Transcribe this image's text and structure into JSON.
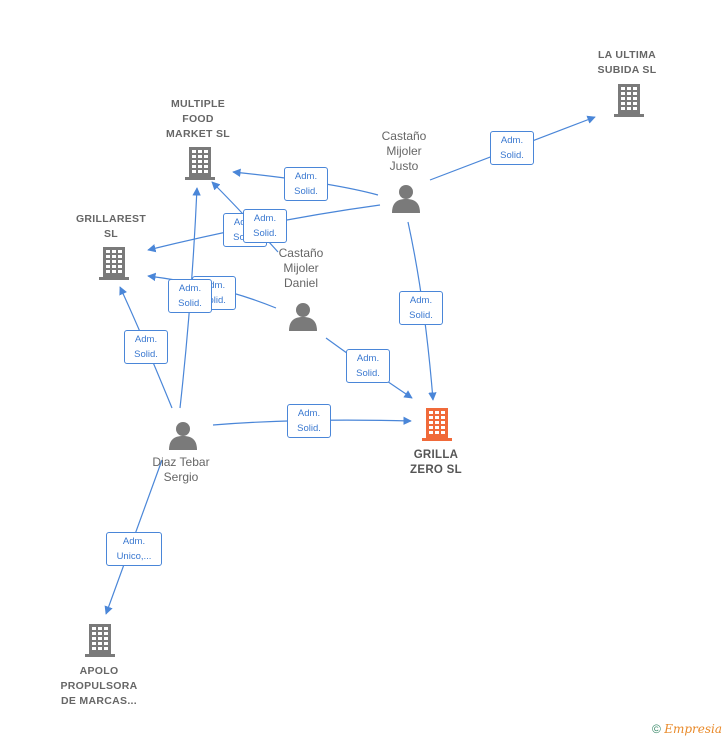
{
  "nodes": {
    "la_ultima": {
      "label": "LA ULTIMA\nSUBIDA  SL",
      "type": "company",
      "color": "#7a7a7a"
    },
    "multiple_food": {
      "label": "MULTIPLE\nFOOD\nMARKET  SL",
      "type": "company",
      "color": "#7a7a7a"
    },
    "grillarest": {
      "label": "GRILLAREST\nSL",
      "type": "company",
      "color": "#7a7a7a"
    },
    "grilla_zero": {
      "label": "GRILLA\nZERO  SL",
      "type": "company",
      "color": "#f06a3a"
    },
    "apolo": {
      "label": "APOLO\nPROPULSORA\nDE MARCAS...",
      "type": "company",
      "color": "#7a7a7a"
    },
    "castano_justo": {
      "label": "Castaño\nMijoler\nJusto",
      "type": "person",
      "color": "#7a7a7a"
    },
    "castano_daniel": {
      "label": "Castaño\nMijoler\nDaniel",
      "type": "person",
      "color": "#7a7a7a"
    },
    "diaz_tebar": {
      "label": "Diaz Tebar\nSergio",
      "type": "person",
      "color": "#7a7a7a"
    }
  },
  "edges": [
    {
      "from": "castano_justo",
      "to": "la_ultima",
      "label": "Adm.\nSolid."
    },
    {
      "from": "castano_justo",
      "to": "multiple_food",
      "label": "Adm.\nSolid."
    },
    {
      "from": "castano_justo",
      "to": "grillarest",
      "label": "Adm.\nSolid."
    },
    {
      "from": "castano_justo",
      "to": "grilla_zero",
      "label": "Adm.\nSolid."
    },
    {
      "from": "castano_daniel",
      "to": "multiple_food",
      "label": "Adm.\nSolid."
    },
    {
      "from": "castano_daniel",
      "to": "grillarest",
      "label": "Adm.\nSolid."
    },
    {
      "from": "castano_daniel",
      "to": "grilla_zero",
      "label": "Adm.\nSolid."
    },
    {
      "from": "diaz_tebar",
      "to": "multiple_food",
      "label": "Adm.\nSolid."
    },
    {
      "from": "diaz_tebar",
      "to": "grillarest",
      "label": "Adm.\nSolid."
    },
    {
      "from": "diaz_tebar",
      "to": "grilla_zero",
      "label": "Adm.\nSolid."
    },
    {
      "from": "diaz_tebar",
      "to": "apolo",
      "label": "Adm.\nUnico,..."
    }
  ],
  "colors": {
    "edge": "#4a86d8"
  },
  "footer": {
    "copyright": "©",
    "brand": "Empresia"
  }
}
